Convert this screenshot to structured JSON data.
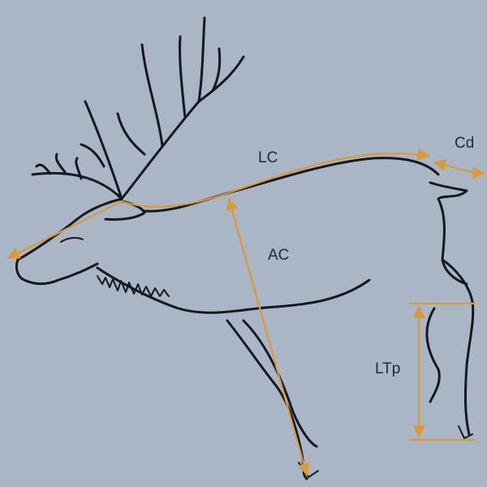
{
  "colors": {
    "background": "#aab6c6",
    "outline": "#15181c",
    "measurement": "#d99a3a",
    "label_text": "#222a33"
  },
  "labels": {
    "lc": "LC",
    "cd": "Cd",
    "ac": "AC",
    "ltp": "LTp"
  }
}
